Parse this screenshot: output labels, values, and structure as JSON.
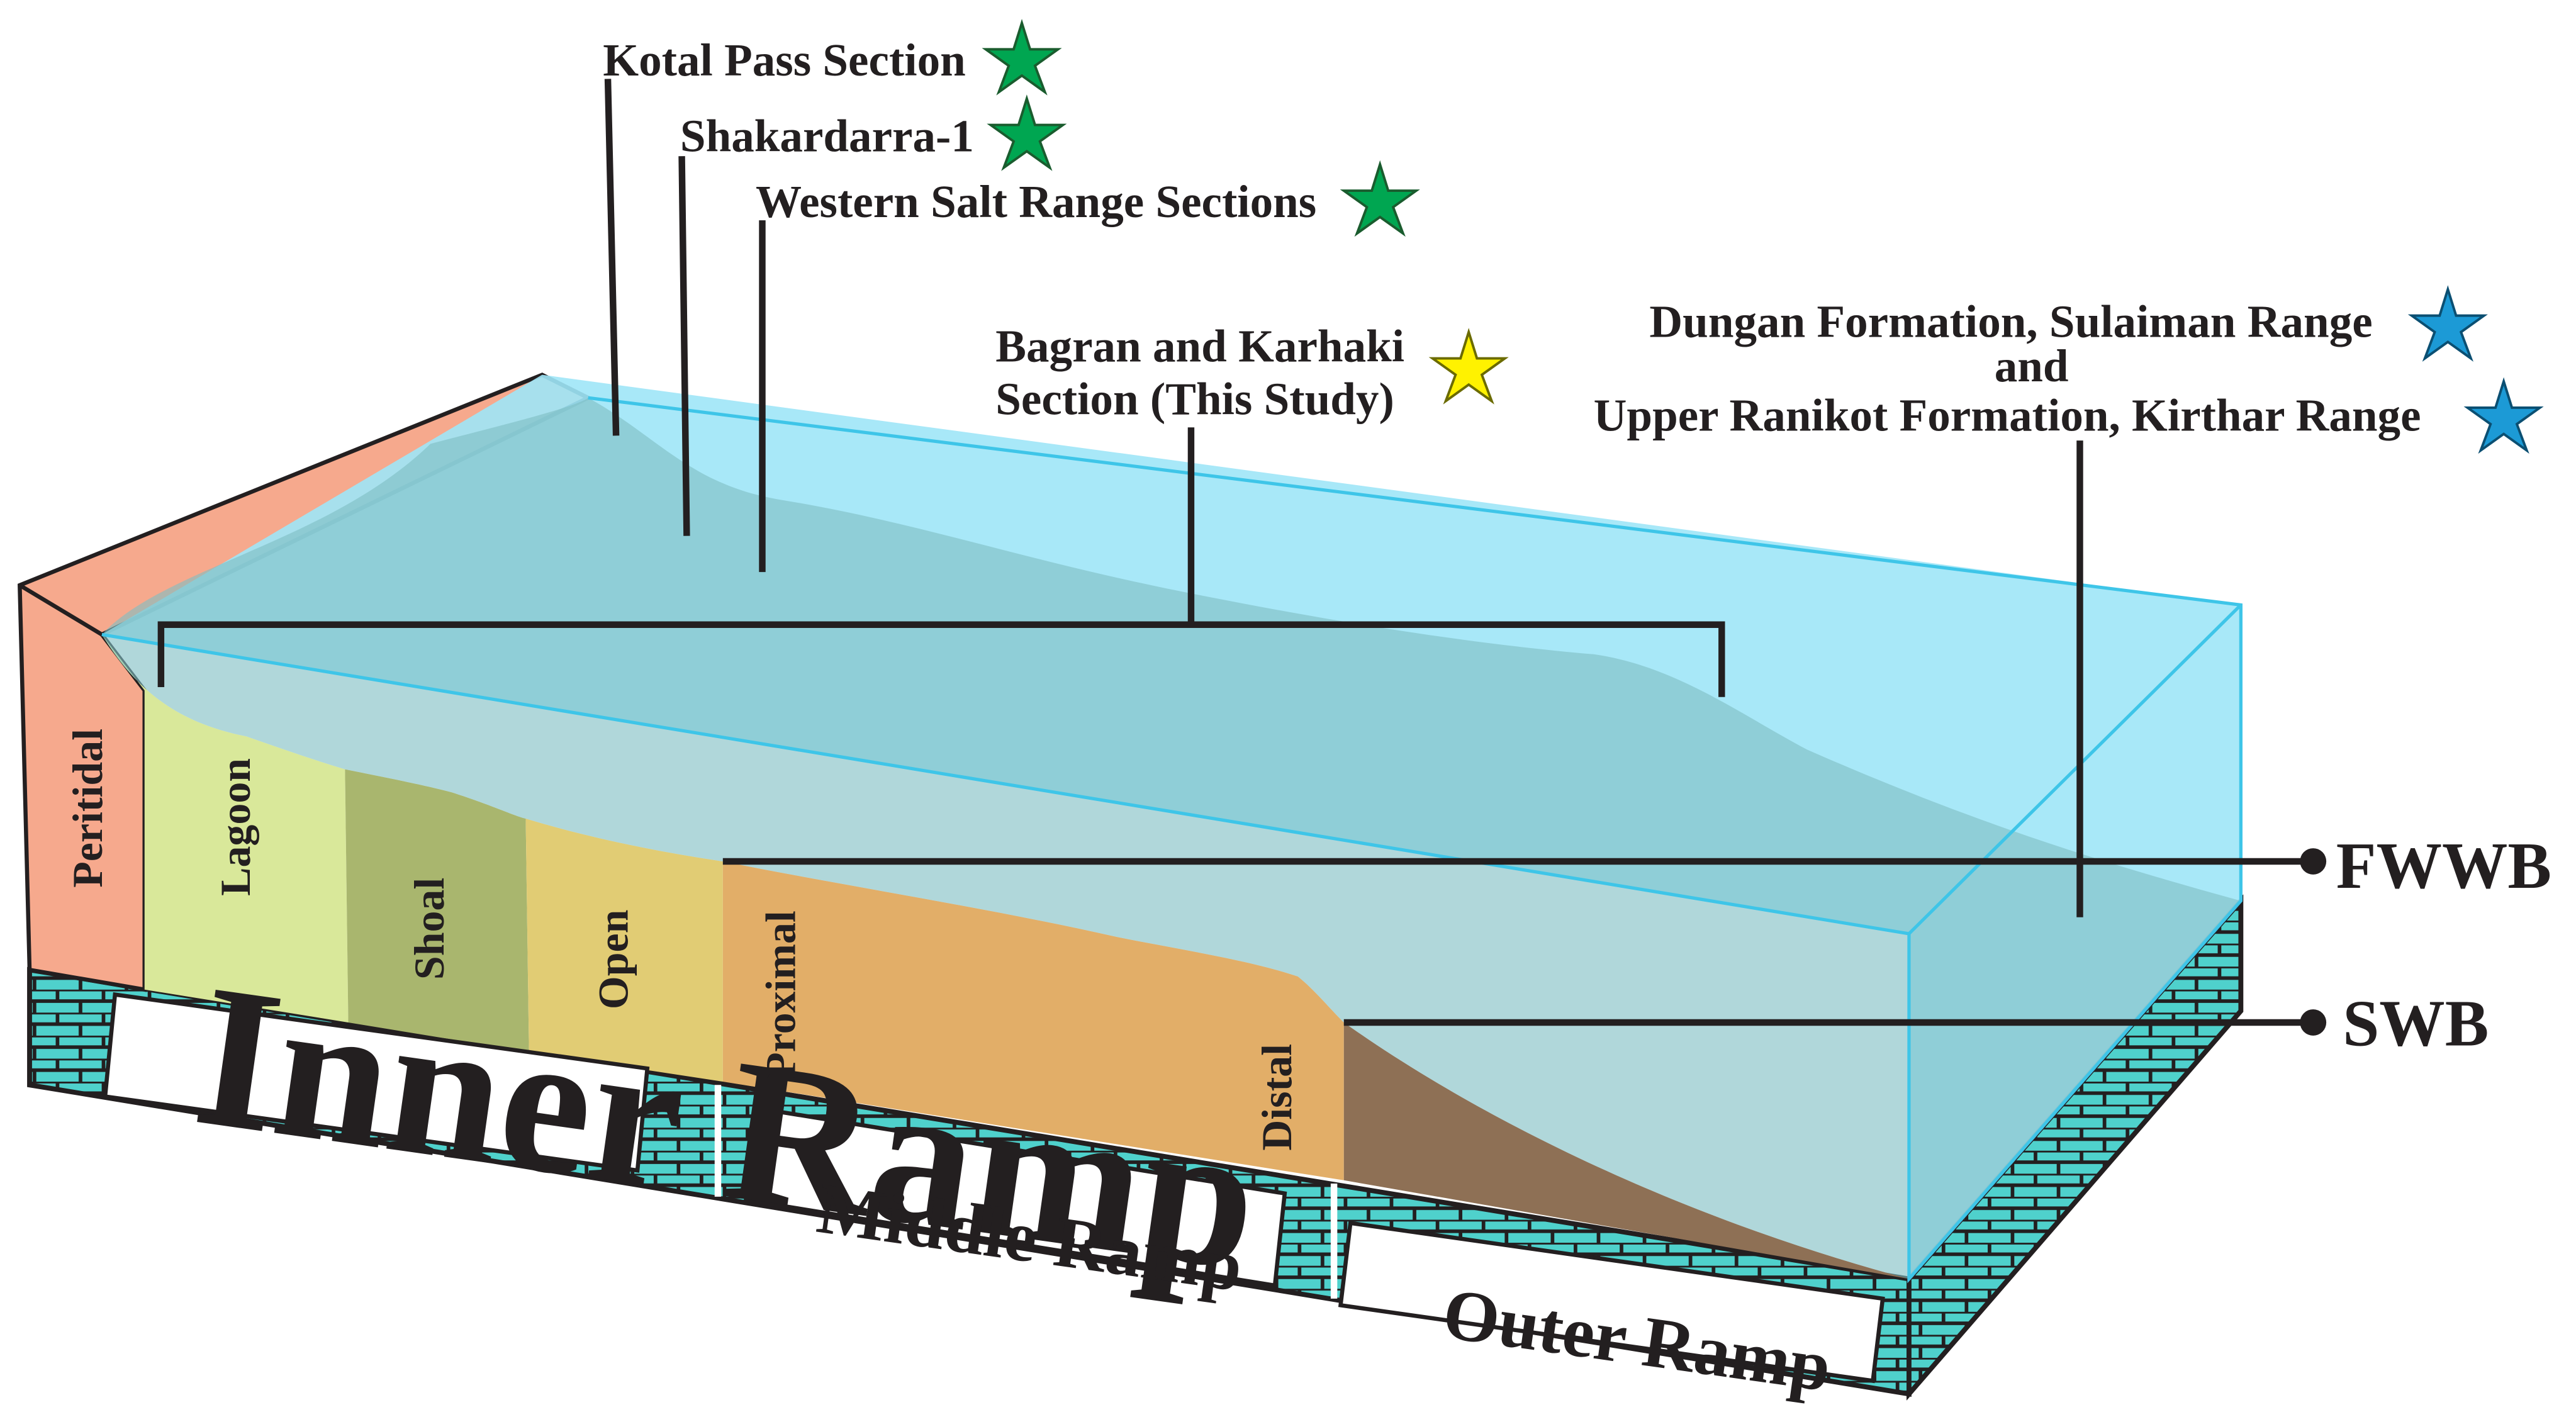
{
  "sources": {
    "kotal": "Kotal Pass Section",
    "shakardarra": "Shakardarra-1",
    "western_salt": "Western Salt Range Sections",
    "bagran_line1": "Bagran and Karhaki",
    "bagran_line2": "Section (This Study)",
    "dungan_line1": "Dungan Formation, Sulaiman Range",
    "dungan_line2": "and",
    "dungan_line3": "Upper Ranikot Formation, Kirthar Range"
  },
  "zones": {
    "peritidal": "Peritidal",
    "lagoon": "Lagoon",
    "shoal": "Shoal",
    "open": "Open",
    "proximal": "Proximal",
    "distal": "Distal"
  },
  "ramps": {
    "inner": "Inner Ramp",
    "middle": "Middle Ramp",
    "outer": "Outer Ramp"
  },
  "boundaries": {
    "fwwb": "FWWB",
    "swb": "SWB"
  },
  "colors": {
    "water": "#9fe6f7",
    "peritidal": "#f6a98d",
    "lagoon": "#d9e89a",
    "shoal": "#a9b66e",
    "open": "#e1cc74",
    "middle_ramp": "#e2ae68",
    "outer_ramp": "#8e7055",
    "bedrock": "#4fd1cc",
    "star_green": "#00a651",
    "star_yellow": "#fff200",
    "star_blue": "#1c9ad6"
  }
}
